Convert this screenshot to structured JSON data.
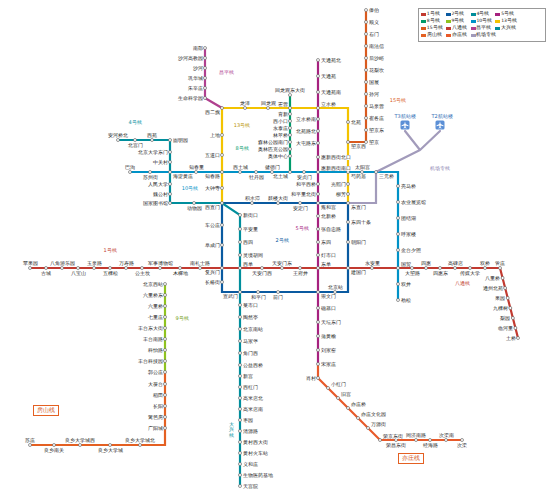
{
  "diagram": {
    "nodes": [
      {
        "text": [
          "房山线"
        ]
      },
      {
        "text": [
          "亦庄线"
        ]
      }
    ],
    "labels": [
      "1号线",
      "2号线",
      "4号线",
      "5号线",
      "8号线",
      "9号线",
      "10号线",
      "13号线",
      "15号线",
      "八通线",
      "昌平线",
      "大兴线",
      "机场专线",
      "T3航站楼",
      "T2航站楼",
      "苹果园",
      "古城",
      "八角游乐园",
      "八宝山",
      "玉泉路",
      "五棵松",
      "万寿路",
      "公主坟",
      "军事博物馆",
      "木樨地",
      "南礼士路",
      "复兴门",
      "西单",
      "天安门西",
      "天安门东",
      "王府井",
      "东单",
      "建国门",
      "永安里",
      "国贸",
      "大望路",
      "四惠",
      "四惠东",
      "高碑店",
      "传媒大学",
      "双桥",
      "管庄",
      "八里桥",
      "通州北苑",
      "果园",
      "九棵树",
      "梨园",
      "临河里",
      "土桥",
      "西直门",
      "积水潭",
      "鼓楼大街",
      "安定门",
      "雍和宫",
      "东直门",
      "东四十条",
      "朝阳门",
      "北京站",
      "崇文门",
      "前门",
      "和平门",
      "宣武门",
      "长椿街",
      "阜成门",
      "车公庄",
      "安河桥北",
      "北宫门",
      "西苑",
      "圆明园",
      "北京大学东门",
      "中关村",
      "海淀黄庄",
      "人民大学",
      "魏公村",
      "国家图书馆",
      "动物园",
      "新街口",
      "平安里",
      "西四",
      "灵境胡同",
      "菜市口",
      "陶然亭",
      "北京南站",
      "马家堡",
      "角门西",
      "公益西桥",
      "新宫",
      "西红门",
      "高米店北",
      "高米店南",
      "枣园",
      "清源路",
      "黄村西大街",
      "黄村火车站",
      "义和庄",
      "生物医药基地",
      "天宫院",
      "天通苑北",
      "天通苑",
      "天通苑南",
      "立水桥",
      "立水桥南",
      "北苑路北",
      "大屯路东",
      "惠新西街北口",
      "惠新西街南口",
      "和平西桥",
      "和平里北街",
      "北新桥",
      "张自忠路",
      "东四",
      "灯市口",
      "磁器口",
      "天坛东门",
      "蒲黄榆",
      "刘家窑",
      "宋家庄",
      "肖村",
      "小红门",
      "旧宫",
      "亦庄桥",
      "亦庄文化园",
      "万源街",
      "荣京东街",
      "荣昌东街",
      "同济南路",
      "经海路",
      "次渠南",
      "次渠",
      "回龙观东大街",
      "霍营",
      "育新",
      "西小口",
      "永泰庄",
      "林萃桥",
      "森林公园南门",
      "奥林匹克公园",
      "奥体中心",
      "北土城",
      "巴沟",
      "苏州街",
      "知春里",
      "知春路",
      "西土城",
      "牡丹园",
      "健德门",
      "安贞门",
      "芍药居",
      "太阳宫",
      "三元桥",
      "亮马桥",
      "农业展览馆",
      "团结湖",
      "呼家楼",
      "金台夕照",
      "双井",
      "劲松",
      "大钟寺",
      "五道口",
      "上地",
      "西二旗",
      "龙泽",
      "回龙观",
      "北苑",
      "望京西",
      "光熙门",
      "柳芳",
      "生命科学园",
      "朱辛庄",
      "巩华城",
      "沙河",
      "沙河高教园",
      "南邵",
      "望京",
      "望京东",
      "崔各庄",
      "马泉营",
      "孙河",
      "国展",
      "花梨坎",
      "后沙峪",
      "南法信",
      "石门",
      "顺义",
      "俸伯",
      "北京西站",
      "六里桥东",
      "六里桥",
      "七里庄",
      "丰台东大街",
      "丰台南路",
      "科怡路",
      "丰台科技园",
      "郭公庄",
      "大葆台",
      "稻田",
      "长阳",
      "篱笆房",
      "广阳城",
      "良乡大学城北",
      "良乡大学城",
      "良乡大学城西",
      "良乡南关",
      "苏庄"
    ],
    "legend": [
      {
        "text": "1号线",
        "color": "#c23a30"
      },
      {
        "text": "2号线",
        "color": "#0a5aa0"
      },
      {
        "text": "4号线",
        "color": "#008e9c"
      },
      {
        "text": "5号线",
        "color": "#a6217f"
      },
      {
        "text": "8号线",
        "color": "#009b6b"
      },
      {
        "text": "9号线",
        "color": "#8fc31f"
      },
      {
        "text": "10号线",
        "color": "#0092c7"
      },
      {
        "text": "13号线",
        "color": "#f3c300"
      },
      {
        "text": "15号线",
        "color": "#d95a1e"
      },
      {
        "text": "八通线",
        "color": "#c23a30"
      },
      {
        "text": "昌平线",
        "color": "#b0408f"
      },
      {
        "text": "大兴线",
        "color": "#008e9c"
      },
      {
        "text": "房山线",
        "color": "#e46022"
      },
      {
        "text": "亦庄线",
        "color": "#e85a2a"
      },
      {
        "text": "机场专线",
        "color": "#a29bbb"
      }
    ]
  }
}
